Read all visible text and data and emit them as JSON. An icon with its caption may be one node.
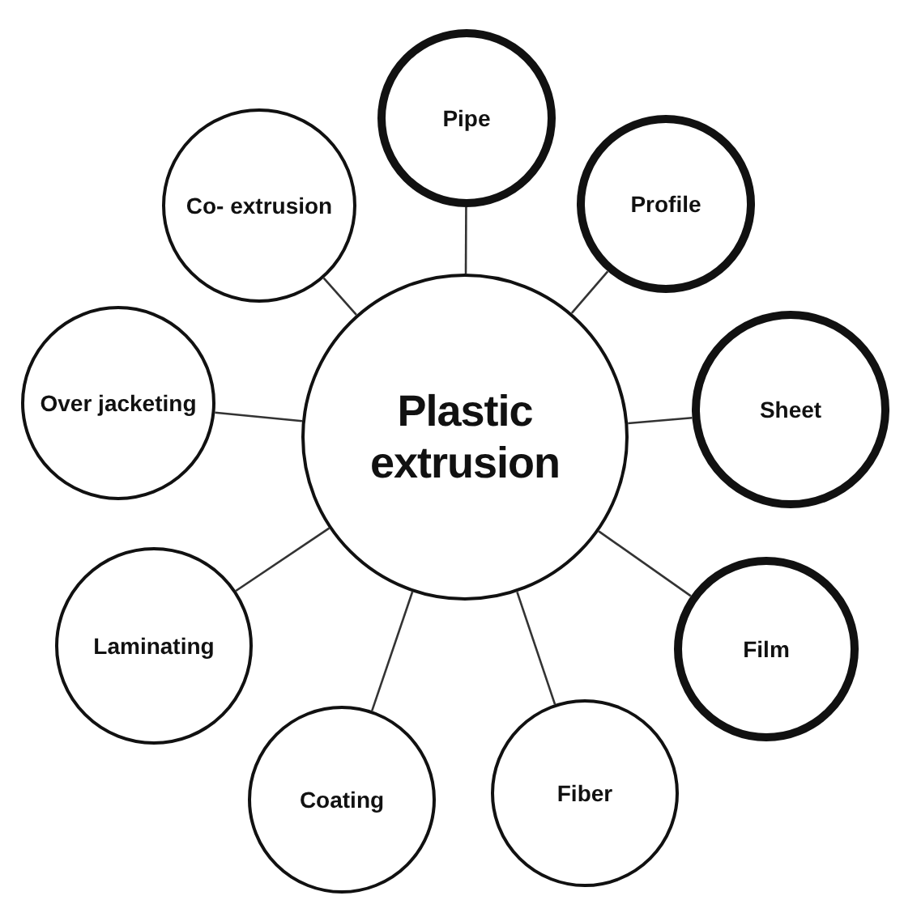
{
  "diagram": {
    "nodes": [
      {
        "text": [
          "Plastic extrusion"
        ]
      },
      {
        "text": [
          "Pipe"
        ]
      },
      {
        "text": [
          "Profile"
        ]
      },
      {
        "text": [
          "Sheet"
        ]
      },
      {
        "text": [
          "Film"
        ]
      },
      {
        "text": [
          "Fiber"
        ]
      },
      {
        "text": [
          "Coating"
        ]
      },
      {
        "text": [
          "Laminating"
        ]
      },
      {
        "text": [
          "Over jacketing"
        ]
      },
      {
        "text": [
          "Co- extrusion"
        ]
      }
    ],
    "edges": [
      {
        "from": 0,
        "to": 1,
        "arrow": "none"
      },
      {
        "from": 0,
        "to": 2,
        "arrow": "none"
      },
      {
        "from": 0,
        "to": 3,
        "arrow": "none"
      },
      {
        "from": 0,
        "to": 4,
        "arrow": "none"
      },
      {
        "from": 0,
        "to": 5,
        "arrow": "none"
      },
      {
        "from": 0,
        "to": 6,
        "arrow": "none"
      },
      {
        "from": 0,
        "to": 7,
        "arrow": "none"
      },
      {
        "from": 0,
        "to": 8,
        "arrow": "none"
      },
      {
        "from": 0,
        "to": 9,
        "arrow": "none"
      }
    ]
  }
}
